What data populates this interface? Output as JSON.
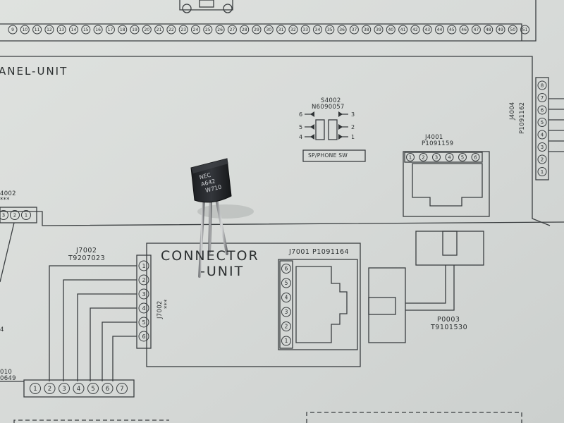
{
  "photo": {
    "subject": "transistor",
    "transistor_marking": [
      "NEC",
      "A642",
      "W710"
    ]
  },
  "schematic": {
    "top_pin_numbers": [
      "9",
      "10",
      "11",
      "12",
      "13",
      "14",
      "15",
      "16",
      "17",
      "18",
      "19",
      "20",
      "21",
      "22",
      "23",
      "24",
      "25",
      "26",
      "27",
      "28",
      "29",
      "30",
      "31",
      "32",
      "33",
      "34",
      "35",
      "36",
      "37",
      "38",
      "39",
      "40",
      "41",
      "42",
      "43",
      "44",
      "45",
      "46",
      "47",
      "48",
      "49",
      "50",
      "51"
    ],
    "panel_unit_label": "ANEL-UNIT",
    "connector_unit_label_1": "CONNECTOR",
    "connector_unit_label_2": "-UNIT",
    "s4002_ref": "S4002",
    "s4002_part": "N6090057",
    "sp_phone_label": "SP/PHONE SW",
    "s4002_pins_left": [
      "6",
      "5",
      "4"
    ],
    "s4002_pins_right": [
      "3",
      "2",
      "1"
    ],
    "j4001_ref": "J4001",
    "j4001_part": "P1091159",
    "j4001_pins": [
      "1",
      "2",
      "3",
      "4",
      "5",
      "6"
    ],
    "j4004_ref": "J4004",
    "j4004_part": "P1091162",
    "j4004_pins": [
      "8",
      "7",
      "6",
      "5",
      "4",
      "3",
      "2",
      "1"
    ],
    "left_partial_ref": "4002",
    "left_partial_stars": "***",
    "left_partial_pins": [
      "3",
      "2",
      "1"
    ],
    "j7002_ref": "J7002",
    "j7002_part": "T9207023",
    "j7002_vertical": "J7002",
    "j7002_stars": "***",
    "j7002_pins": [
      "1",
      "2",
      "3",
      "4",
      "5",
      "6"
    ],
    "j7001_ref": "J7001 P1091164",
    "j7001_pins": [
      "6",
      "5",
      "4",
      "3",
      "2",
      "1"
    ],
    "p0003_ref": "P0003",
    "p0003_part": "T9101530",
    "bottom_left_ref_1": "010",
    "bottom_left_ref_2": "0649",
    "bottom_left_small": "4",
    "bottom_connector_pins": [
      "1",
      "2",
      "3",
      "4",
      "5",
      "6",
      "7"
    ]
  }
}
